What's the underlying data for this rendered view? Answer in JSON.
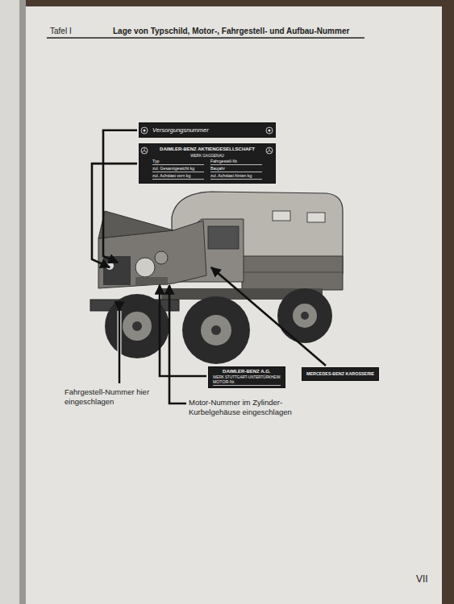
{
  "diagram": {
    "title": "Lage von Typschild, Motor-, Fahrgestell- und Aufbau-Nummer",
    "nodes": [
      {
        "text": [
          "Versorgungsnummer"
        ]
      },
      {
        "text": [
          "DAIMLER-BENZ AKTIENGESELLSCHAFT",
          "WERK GAGGENAU",
          "Typ",
          "Fahrgestell-Nr.",
          "zul. Gesamtgewicht kg",
          "Baujahr",
          "zul. Achslast vorn kg",
          "zul. Achslast hinten kg"
        ]
      },
      {
        "text": [
          "DAIMLER-BENZ A.G.",
          "WERK STUTTGART-UNTERTÜRKHEIM",
          "MOTOR-Nr."
        ]
      },
      {
        "text": [
          "MERCEDES-BENZ KAROSSERIE"
        ]
      }
    ],
    "labels": [
      "Tafel I",
      "Fahrgestell-Nummer hier eingeschlagen",
      "Motor-Nummer im Zylinder-Kurbelgehäuse eingeschlagen",
      "VII"
    ]
  }
}
